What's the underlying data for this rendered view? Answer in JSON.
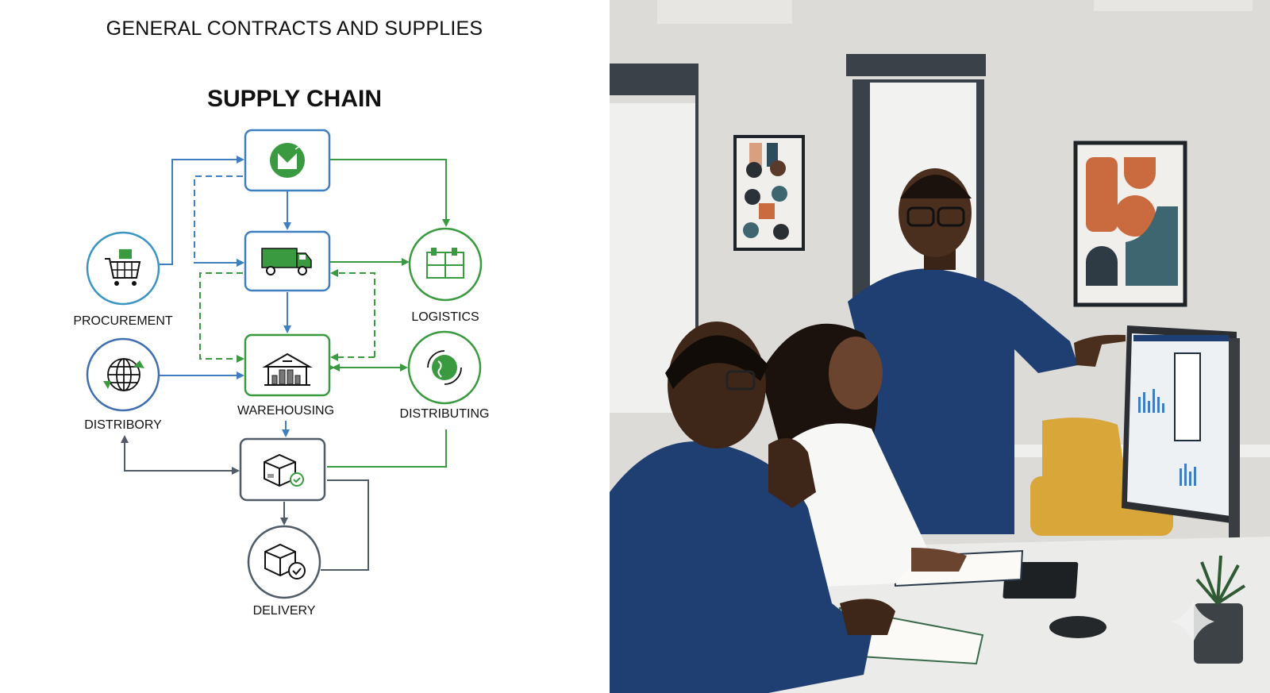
{
  "header": {
    "company": "GENERAL CONTRACTS AND SUPPLIES",
    "title": "SUPPLY CHAIN"
  },
  "nodes": {
    "procurement": {
      "label": "PROCUREMENT",
      "icon": "shopping-cart-icon"
    },
    "distribory": {
      "label": "DISTRIBORY",
      "icon": "globe-arrows-icon"
    },
    "logistics": {
      "label": "LOGISTICS",
      "icon": "storage-boxes-icon"
    },
    "distributing": {
      "label": "DISTRIBUTING",
      "icon": "earth-cycle-icon"
    },
    "warehousing": {
      "label": "WAREHOUSING",
      "icon": "warehouse-icon"
    },
    "delivery": {
      "label": "DELIVERY",
      "icon": "package-check-icon"
    },
    "source": {
      "label": "",
      "icon": "envelope-badge-icon"
    },
    "transport": {
      "label": "",
      "icon": "truck-icon"
    },
    "fulfillment": {
      "label": "",
      "icon": "package-verified-icon"
    }
  },
  "colors": {
    "blue": "#3f7fc0",
    "green": "#3a9a40",
    "slate": "#4f5b66",
    "text": "#111111"
  },
  "photo": {
    "description": "Office scene: three professionals reviewing analytics dashboard on a monitor",
    "wall_color": "#dcdad6",
    "shirt_color": "#1f3f73",
    "chair_color": "#d9a63a",
    "art_orange": "#c96a3f",
    "art_teal": "#3d6670"
  }
}
